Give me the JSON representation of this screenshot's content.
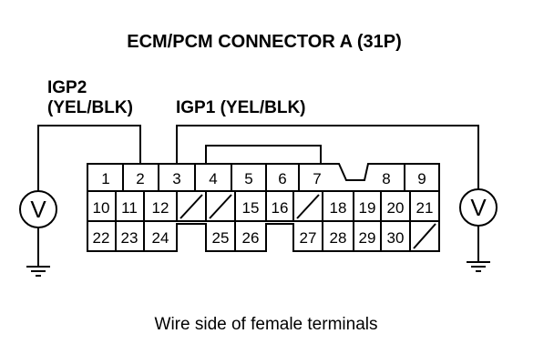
{
  "title": "ECM/PCM CONNECTOR A (31P)",
  "caption": "Wire side of female terminals",
  "wires": {
    "igp2": {
      "name": "IGP2",
      "color": "(YEL/BLK)"
    },
    "igp1": {
      "label": "IGP1 (YEL/BLK)"
    }
  },
  "meter_symbol": "V",
  "terminals": [
    "1",
    "2",
    "3",
    "4",
    "5",
    "6",
    "7",
    "8",
    "9",
    "10",
    "11",
    "12",
    "15",
    "16",
    "18",
    "19",
    "20",
    "21",
    "22",
    "23",
    "24",
    "25",
    "26",
    "27",
    "28",
    "29",
    "30"
  ]
}
